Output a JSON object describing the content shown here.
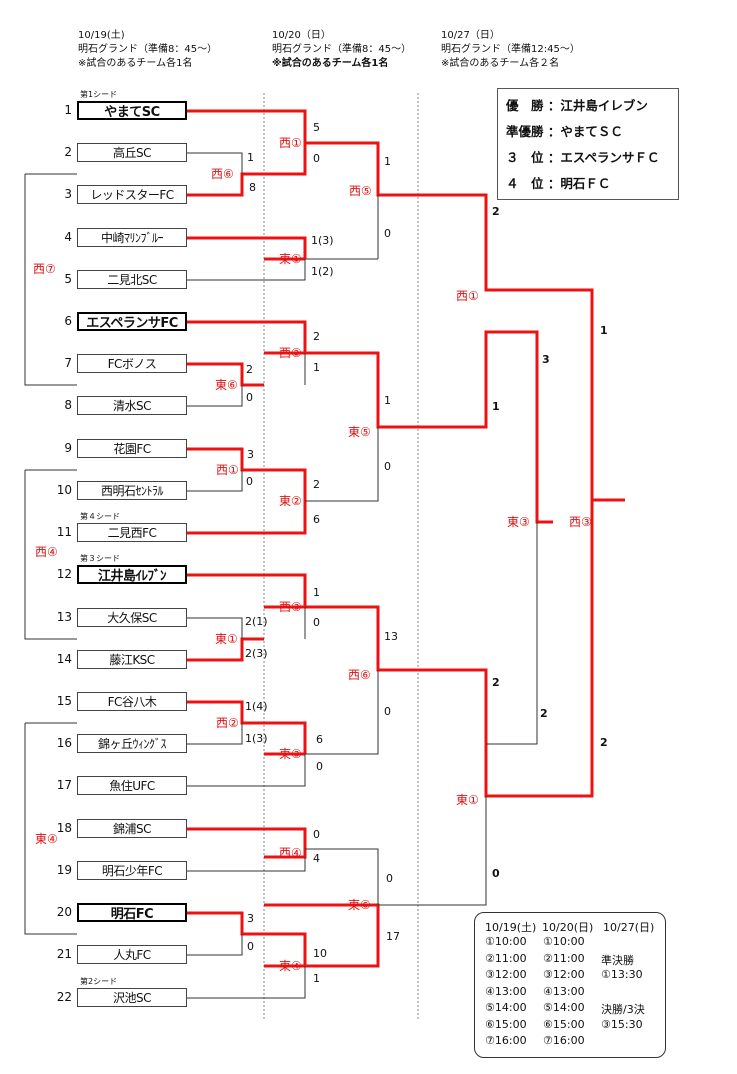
{
  "headers": [
    {
      "date": "10/19(土)",
      "venue": "明石グランド（準備8：45～）",
      "note": "※試合のあるチーム各1名"
    },
    {
      "date": "10/20（日）",
      "venue": "明石グランド（準備8：45～）",
      "note": "※試合のあるチーム各1名"
    },
    {
      "date": "10/27（日）",
      "venue": "明石グランド（準備12:45～）",
      "note": "※試合のあるチーム各２名"
    }
  ],
  "teams": [
    {
      "no": "1",
      "name": "やまてSC",
      "seeded": true,
      "seed_tag": "第1シード"
    },
    {
      "no": "2",
      "name": "高丘SC",
      "seeded": false
    },
    {
      "no": "3",
      "name": "レッドスターFC",
      "seeded": false
    },
    {
      "no": "4",
      "name": "中崎ﾏﾘﾝﾌﾞﾙｰ",
      "seeded": false
    },
    {
      "no": "5",
      "name": "二見北SC",
      "seeded": false
    },
    {
      "no": "6",
      "name": "エスペランサFC",
      "seeded": true
    },
    {
      "no": "7",
      "name": "FCボノス",
      "seeded": false
    },
    {
      "no": "8",
      "name": "清水SC",
      "seeded": false
    },
    {
      "no": "9",
      "name": "花園FC",
      "seeded": false
    },
    {
      "no": "10",
      "name": "西明石ｾﾝﾄﾗﾙ",
      "seeded": false
    },
    {
      "no": "11",
      "name": "二見西FC",
      "seeded": false,
      "seed_tag": "第４シード"
    },
    {
      "no": "12",
      "name": "江井島ｲﾚﾌﾞﾝ",
      "seeded": true,
      "seed_tag": "第３シード"
    },
    {
      "no": "13",
      "name": "大久保SC",
      "seeded": false
    },
    {
      "no": "14",
      "name": "藤江KSC",
      "seeded": false
    },
    {
      "no": "15",
      "name": "FC谷八木",
      "seeded": false
    },
    {
      "no": "16",
      "name": "錦ヶ丘ｳｨﾝｸﾞｽ",
      "seeded": false
    },
    {
      "no": "17",
      "name": "魚住UFC",
      "seeded": false
    },
    {
      "no": "18",
      "name": "錦浦SC",
      "seeded": false
    },
    {
      "no": "19",
      "name": "明石少年FC",
      "seeded": false
    },
    {
      "no": "20",
      "name": "明石FC",
      "seeded": true
    },
    {
      "no": "21",
      "name": "人丸FC",
      "seeded": false
    },
    {
      "no": "22",
      "name": "沢池SC",
      "seeded": false,
      "seed_tag": "第2シード"
    }
  ],
  "match_labels": [
    "西⑥",
    "東⑥",
    "西①",
    "東①",
    "西②",
    "西⑦",
    "西④",
    "東④",
    "西①",
    "東①",
    "西②",
    "東②",
    "西③",
    "東③",
    "西④",
    "東④",
    "西⑤",
    "東⑤",
    "西⑥",
    "東⑥",
    "西①",
    "東③",
    "東①",
    "西③"
  ],
  "scores": [
    "1",
    "8",
    "2",
    "0",
    "3",
    "0",
    "2(1)",
    "2(3)",
    "1(4)",
    "1(3)",
    "3",
    "0",
    "5",
    "0",
    "1(3)",
    "1(2)",
    "2",
    "1",
    "2",
    "6",
    "1",
    "0",
    "6",
    "0",
    "0",
    "4",
    "10",
    "1",
    "1",
    "0",
    "1",
    "0",
    "13",
    "0",
    "0",
    "17",
    "2",
    "1",
    "3",
    "2",
    "2",
    "0",
    "1",
    "2"
  ],
  "results": [
    {
      "label": "優　勝",
      "team": "：江井島イレブン"
    },
    {
      "label": "準優勝",
      "team": "：やまてＳＣ"
    },
    {
      "label": "３　位",
      "team": "：エスペランサＦＣ"
    },
    {
      "label": "４　位",
      "team": "：明石ＦＣ"
    }
  ],
  "schedule": {
    "heads": [
      "10/19(土)",
      "10/20(日)",
      "10/27(日)"
    ],
    "col1": [
      "①10:00",
      "②11:00",
      "③12:00",
      "④13:00",
      "⑤14:00",
      "⑥15:00",
      "⑦16:00"
    ],
    "col2": [
      "①10:00",
      "②11:00",
      "③12:00",
      "④13:00",
      "⑤14:00",
      "⑥15:00",
      "⑦16:00"
    ],
    "col3": [
      "準決勝",
      "①13:30",
      "決勝/3決",
      "③15:30"
    ]
  },
  "colors": {
    "win_line": "#ee1111",
    "label_red": "#dd1111",
    "line": "#333333"
  }
}
